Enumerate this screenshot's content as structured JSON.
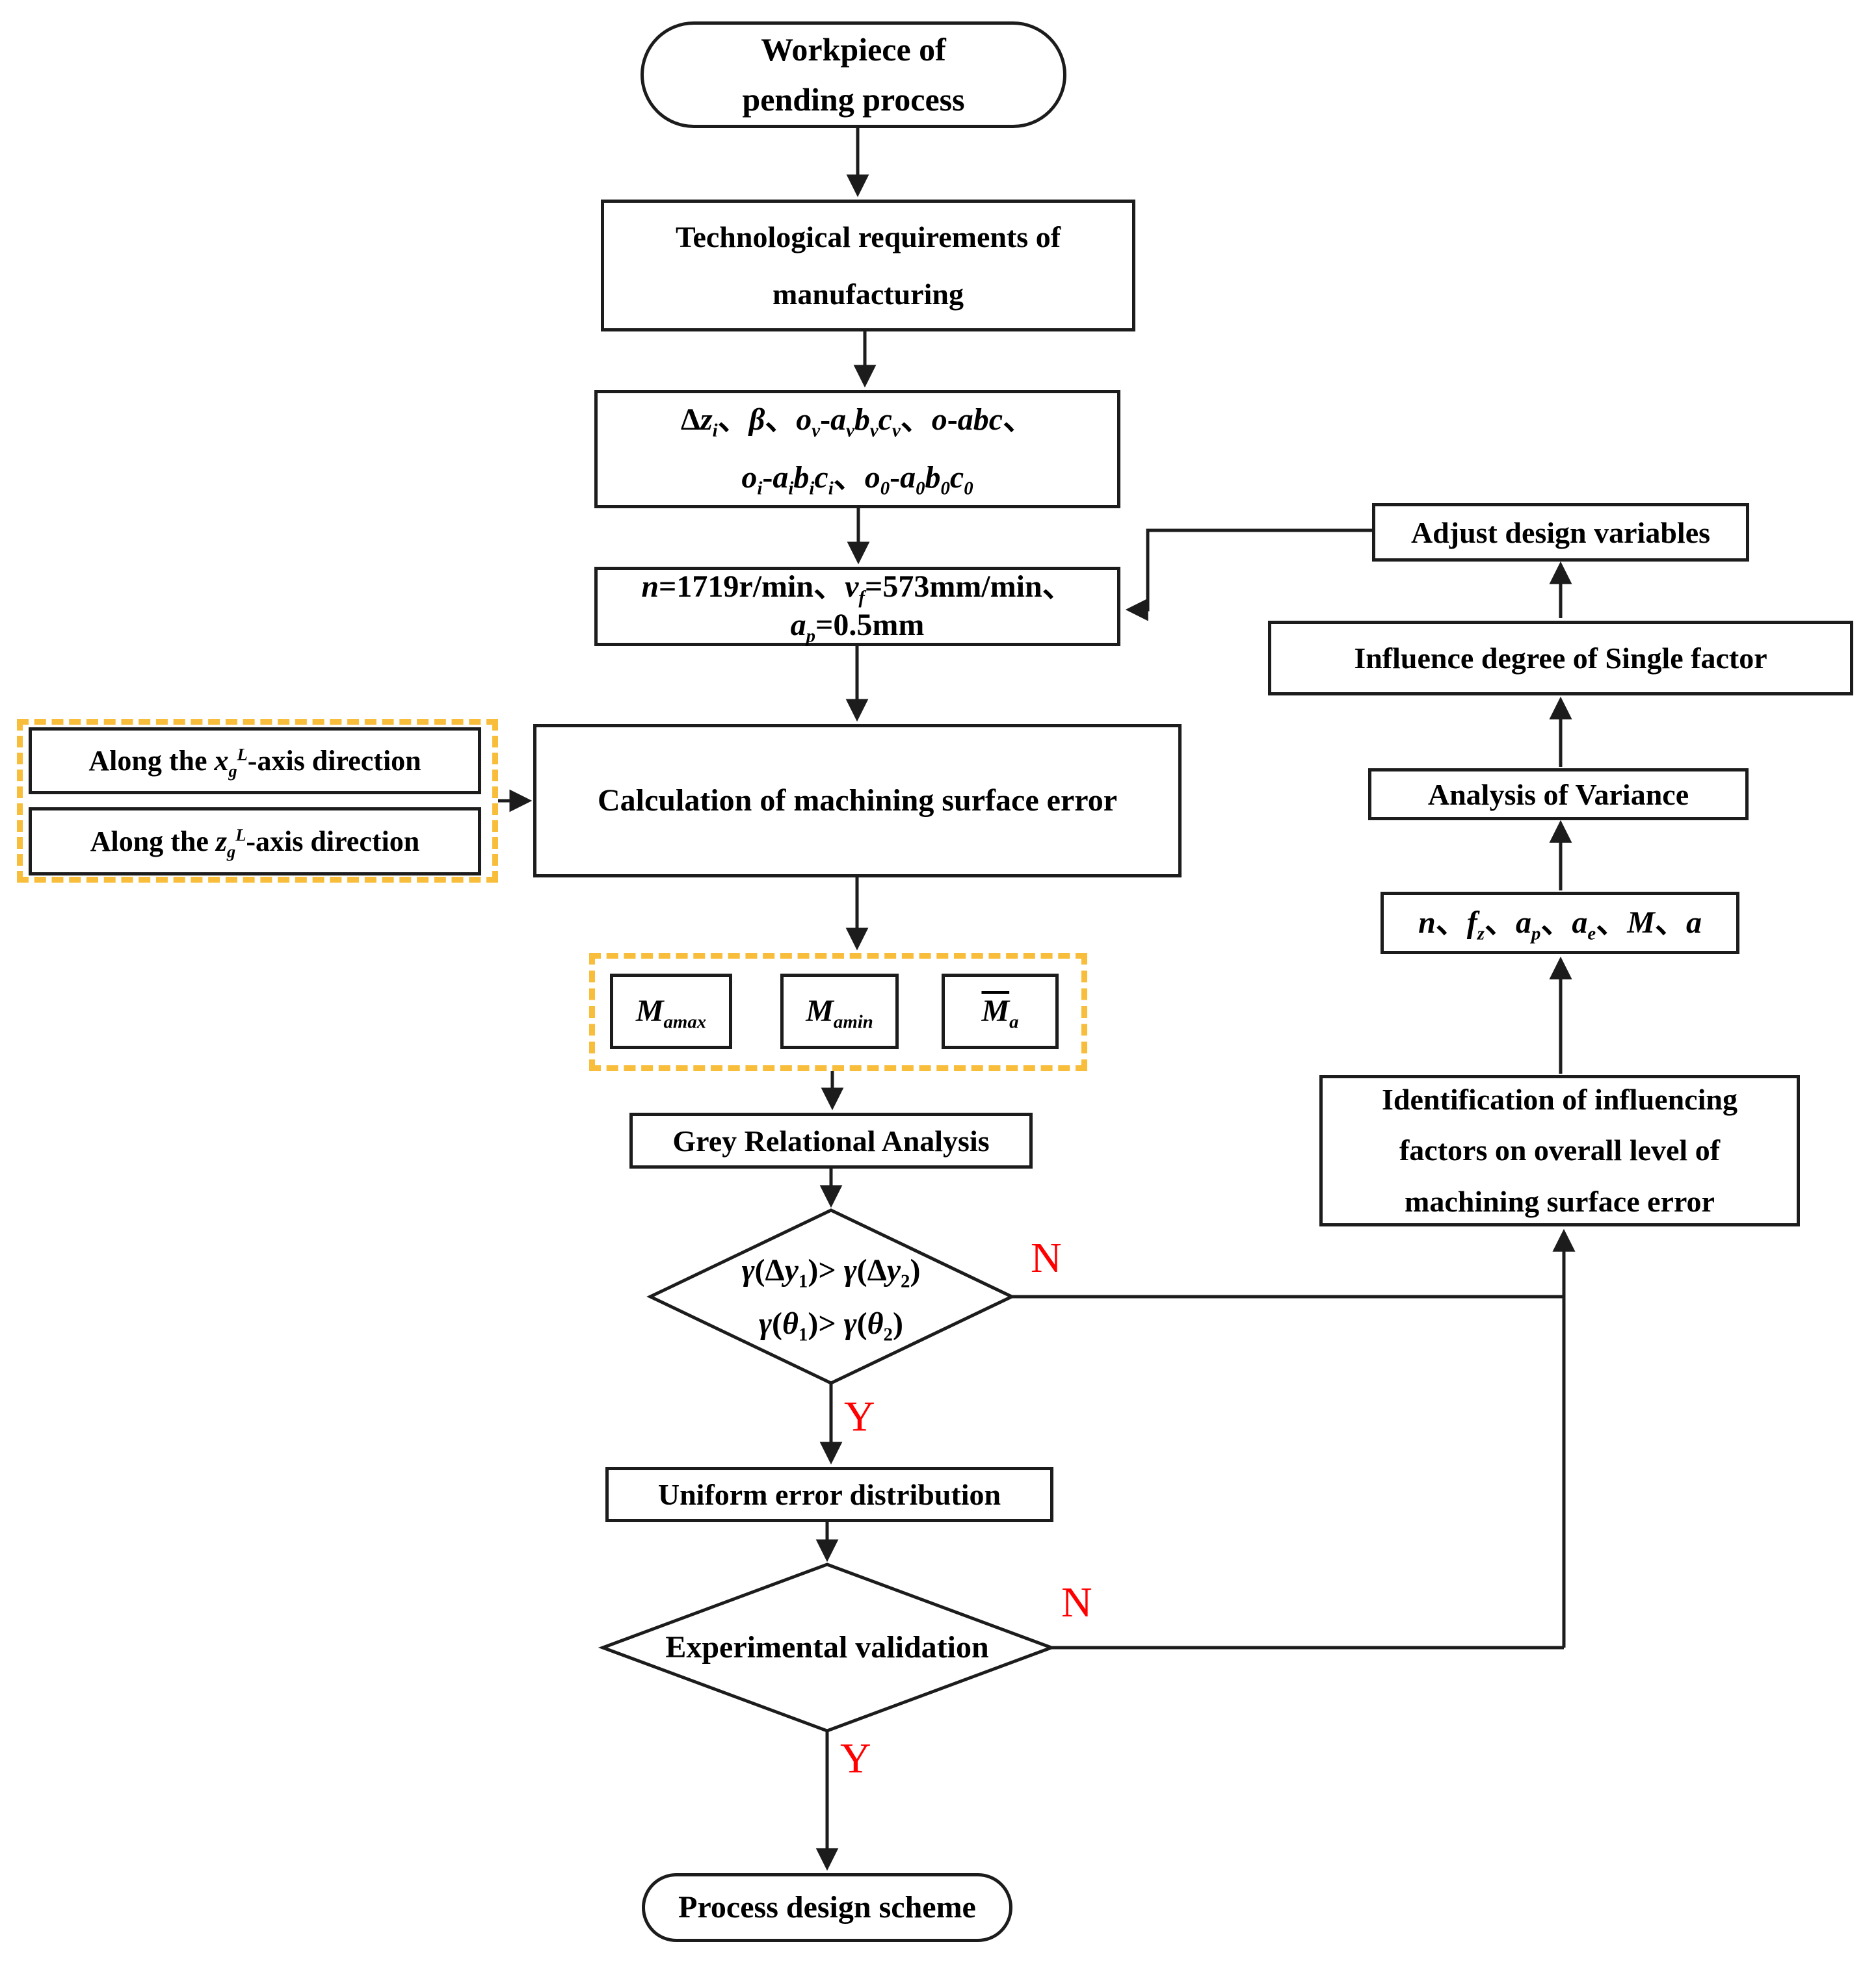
{
  "diagram": {
    "type": "flowchart",
    "colors": {
      "connector": "#1c1c1c",
      "decision_label": "#ff0000",
      "dashed_group_border": "#f8bd3a",
      "node_background": "#ffffff",
      "text": "#000000"
    },
    "edge_labels": {
      "yes": "Y",
      "no": "N"
    },
    "nodes": {
      "start": {
        "shape": "stadium",
        "line1": "Workpiece of",
        "line2": "pending process"
      },
      "tech": {
        "shape": "rect",
        "line1": "Technological requirements of",
        "line2": "manufacturing"
      },
      "params": {
        "shape": "rect",
        "line1_html": "&#916;<i>z<sub>i</sub></i>&#12289;<i>&#946;</i>&#12289;<i>o<sub>v</sub></i>-<i>a<sub>v</sub>b<sub>v</sub>c<sub>v</sub></i>&#12289;<i>o</i>-<i>abc</i>&#12289;",
        "line2_html": "<i>o<sub>i</sub></i>-<i>a<sub>i</sub>b<sub>i</sub>c<sub>i</sub></i>&#12289;<i>o<sub>0</sub></i>-<i>a<sub>0</sub>b<sub>0</sub>c<sub>0</sub></i>"
      },
      "cutting": {
        "shape": "rect",
        "line1_html": "<i>n</i>=1719r/min&#12289;<i>v<sub>f</sub></i>=573mm/min&#12289;",
        "line2_html": "<i>a<sub>p</sub></i>=0.5mm"
      },
      "along_x": {
        "shape": "rect",
        "html": "Along the <i>x<sub>g</sub></i><sup><i>L</i></sup>-axis direction"
      },
      "along_z": {
        "shape": "rect",
        "html": "Along the <i>z<sub>g</sub></i><sup><i>L</i></sup>-axis direction"
      },
      "calc": {
        "shape": "rect",
        "text": "Calculation of machining surface error"
      },
      "m_max": {
        "shape": "rect",
        "html": "<i>M<sub>amax</sub></i>"
      },
      "m_min": {
        "shape": "rect",
        "html": "<i>M<sub>amin</sub></i>"
      },
      "m_bar": {
        "shape": "rect",
        "html": "<i><span class=\"ov\">M</span><sub>a</sub></i>"
      },
      "grey": {
        "shape": "rect",
        "text": "Grey Relational Analysis"
      },
      "decision_grey": {
        "shape": "diamond",
        "line1_html": "<i>&#947;</i>(&#916;<i>y</i><sub>1</sub>)&gt; <i>&#947;</i>(&#916;<i>y</i><sub>2</sub>)",
        "line2_html": "<i>&#947;</i>(<i>&#952;</i><sub>1</sub>)&gt; <i>&#947;</i>(<i>&#952;</i><sub>2</sub>)"
      },
      "uniform": {
        "shape": "rect",
        "text": "Uniform error distribution"
      },
      "decision_exp": {
        "shape": "diamond",
        "text": "Experimental validation"
      },
      "end": {
        "shape": "stadium",
        "text": "Process design scheme"
      },
      "adjust": {
        "shape": "rect",
        "text": "Adjust design variables"
      },
      "influence": {
        "shape": "rect",
        "text": "Influence degree of Single factor"
      },
      "anova": {
        "shape": "rect",
        "text": "Analysis of Variance"
      },
      "factors": {
        "shape": "rect",
        "html": "<i>n</i>&#12289;<i>f<sub>z</sub></i>&#12289;<i>a<sub>p</sub></i>&#12289;<i>a<sub>e</sub></i>&#12289;<i>M</i>&#12289;<i>a</i>"
      },
      "identification": {
        "shape": "rect",
        "line1": "Identification of influencing",
        "line2": "factors on overall level of",
        "line3": "machining surface error"
      }
    },
    "edges": [
      {
        "from": "start",
        "to": "tech"
      },
      {
        "from": "tech",
        "to": "params"
      },
      {
        "from": "params",
        "to": "cutting"
      },
      {
        "from": "cutting",
        "to": "calc"
      },
      {
        "from": "along_group",
        "to": "calc"
      },
      {
        "from": "calc",
        "to": "m_group"
      },
      {
        "from": "m_group",
        "to": "grey"
      },
      {
        "from": "grey",
        "to": "decision_grey"
      },
      {
        "from": "decision_grey",
        "to": "uniform",
        "label": "Y"
      },
      {
        "from": "decision_grey",
        "to": "identification",
        "label": "N"
      },
      {
        "from": "uniform",
        "to": "decision_exp"
      },
      {
        "from": "decision_exp",
        "to": "end",
        "label": "Y"
      },
      {
        "from": "decision_exp",
        "to": "identification",
        "label": "N"
      },
      {
        "from": "identification",
        "to": "factors"
      },
      {
        "from": "factors",
        "to": "anova"
      },
      {
        "from": "anova",
        "to": "influence"
      },
      {
        "from": "influence",
        "to": "adjust"
      },
      {
        "from": "adjust",
        "to": "cutting"
      }
    ]
  }
}
